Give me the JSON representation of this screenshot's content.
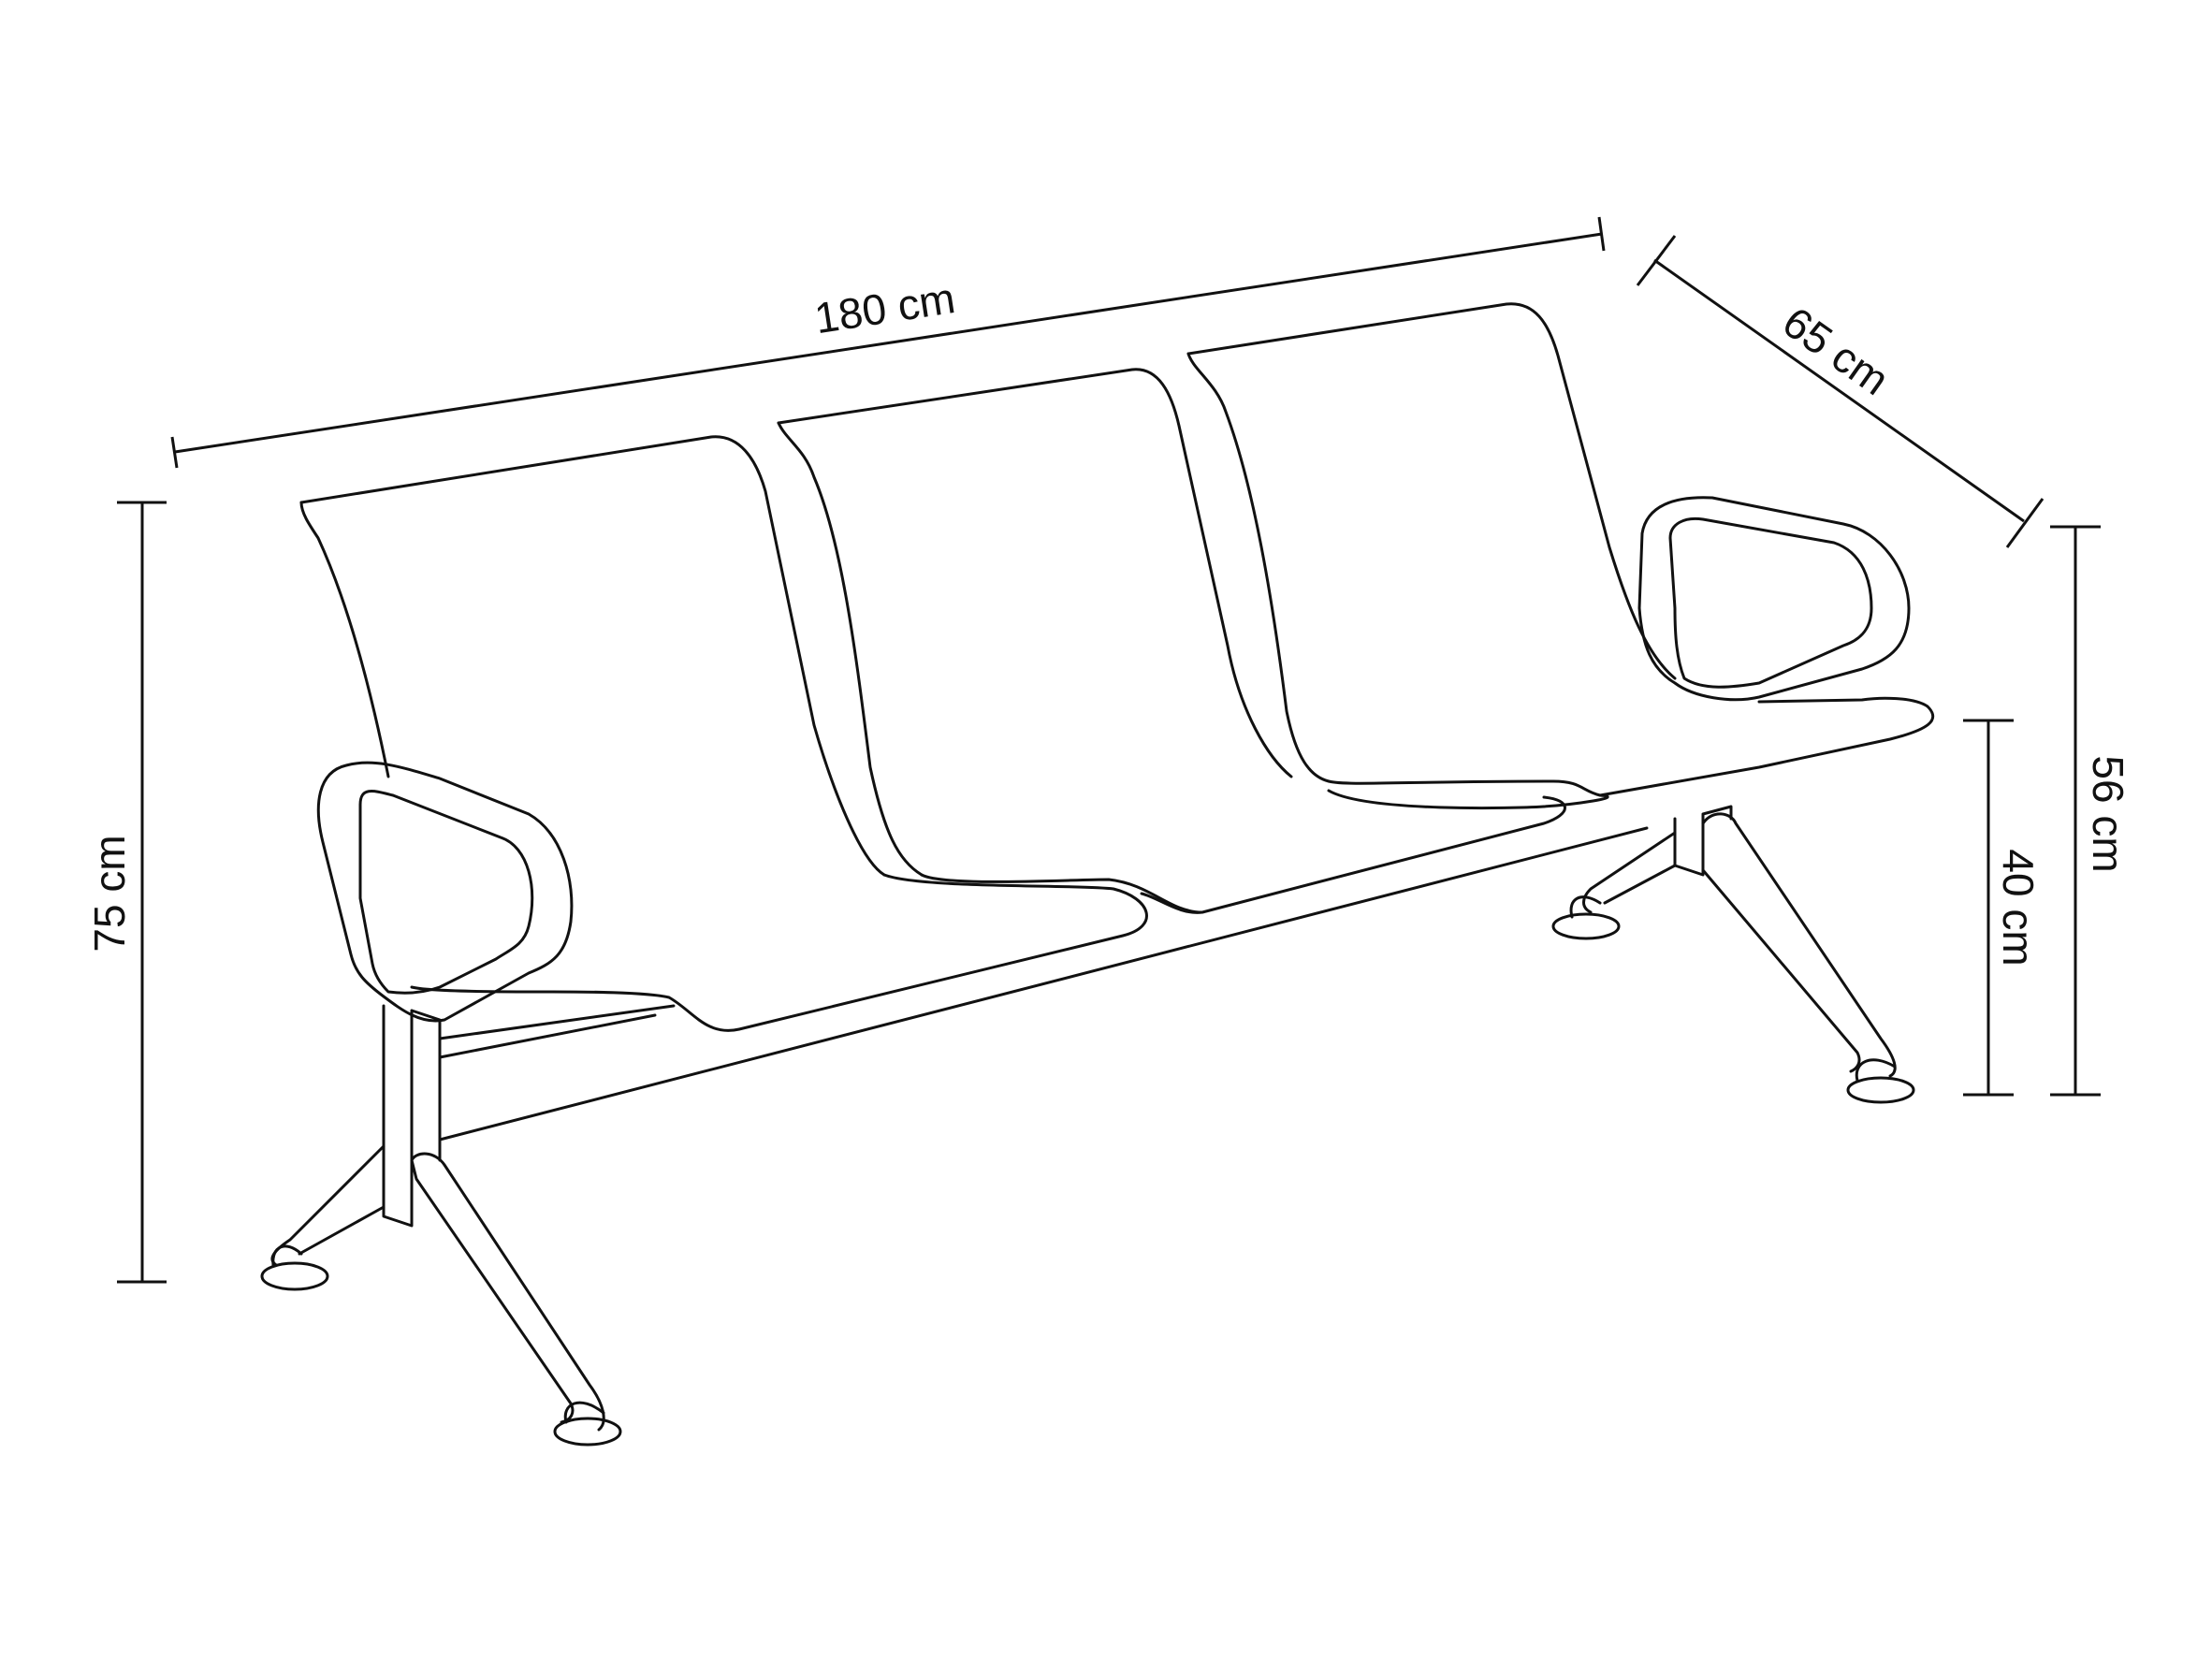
{
  "dimensions": {
    "width": "180 cm",
    "depth": "65 cm",
    "height": "75 cm",
    "seat_height": "40 cm",
    "armrest_height": "56 cm"
  },
  "colors": {
    "line": "#111111",
    "background": "#ffffff"
  }
}
